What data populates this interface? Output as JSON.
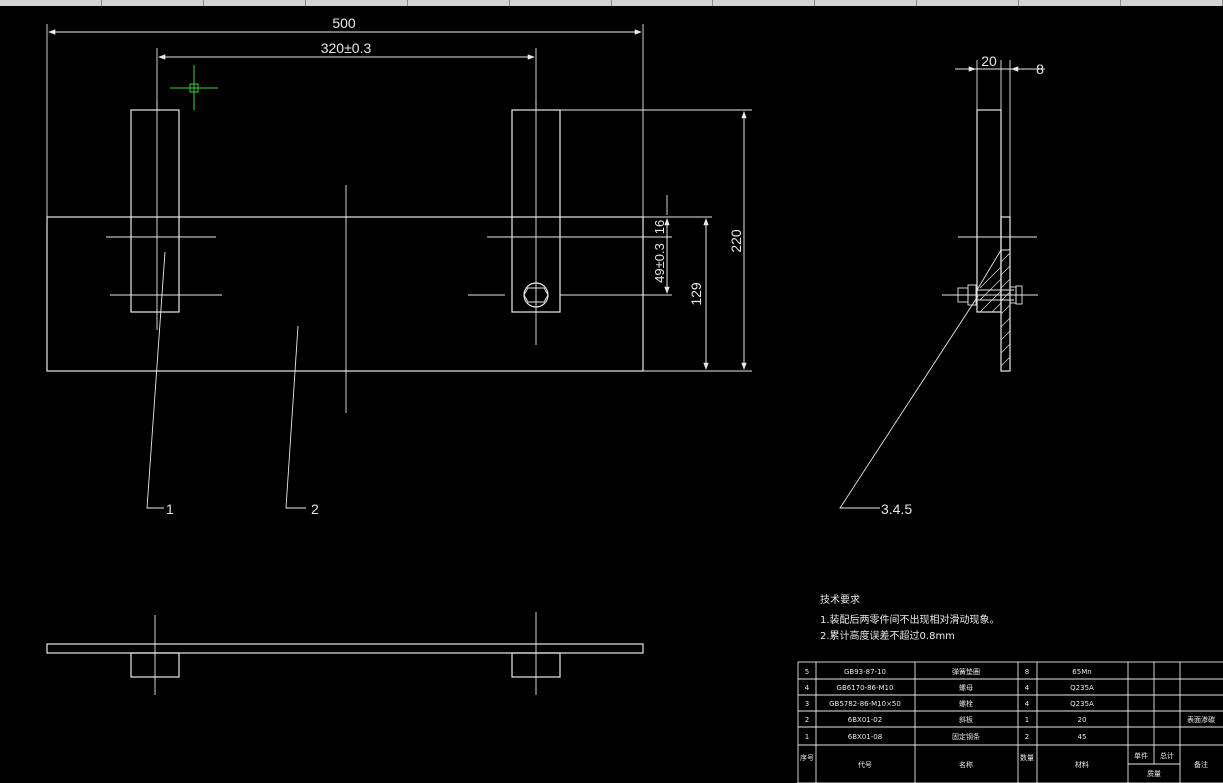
{
  "toolbar": {
    "segments": 12
  },
  "dimensions": {
    "overall_width": "500",
    "hole_spacing": "320±0.3",
    "overall_height": "220",
    "plate_height": "129",
    "hole_offset": "49±0.3",
    "small_offset": "16",
    "side_thickness": "20",
    "side_gap": "8"
  },
  "leaders": {
    "part1": "1",
    "part2": "2",
    "part345": "3.4.5"
  },
  "tech_req": {
    "title": "技术要求",
    "line1": "1.装配后两零件间不出现相对滑动现象。",
    "line2": "2.累计高度误差不超过0.8mm"
  },
  "bom": {
    "rows": [
      {
        "no": "5",
        "code": "GB93-87-10",
        "name": "弹簧垫圈",
        "qty": "8",
        "material": "65Mn",
        "remark": ""
      },
      {
        "no": "4",
        "code": "GB6170-86-M10",
        "name": "螺母",
        "qty": "4",
        "material": "Q235A",
        "remark": ""
      },
      {
        "no": "3",
        "code": "GB5782-86-M10×50",
        "name": "螺栓",
        "qty": "4",
        "material": "Q235A",
        "remark": ""
      },
      {
        "no": "2",
        "code": "6BX01-02",
        "name": "斜板",
        "qty": "1",
        "material": "20",
        "remark": "表面渗碳"
      },
      {
        "no": "1",
        "code": "6BX01-08",
        "name": "固定钢条",
        "qty": "2",
        "material": "45",
        "remark": ""
      }
    ],
    "header": {
      "no": "序号",
      "code": "代号",
      "name": "名称",
      "qty": "数量",
      "material": "材料",
      "unit": "单件",
      "total": "总计",
      "mass": "质量",
      "remark": "备注"
    }
  },
  "colors": {
    "background": "#000000",
    "line": "#e8e8e8",
    "cursor": "#39d439"
  }
}
